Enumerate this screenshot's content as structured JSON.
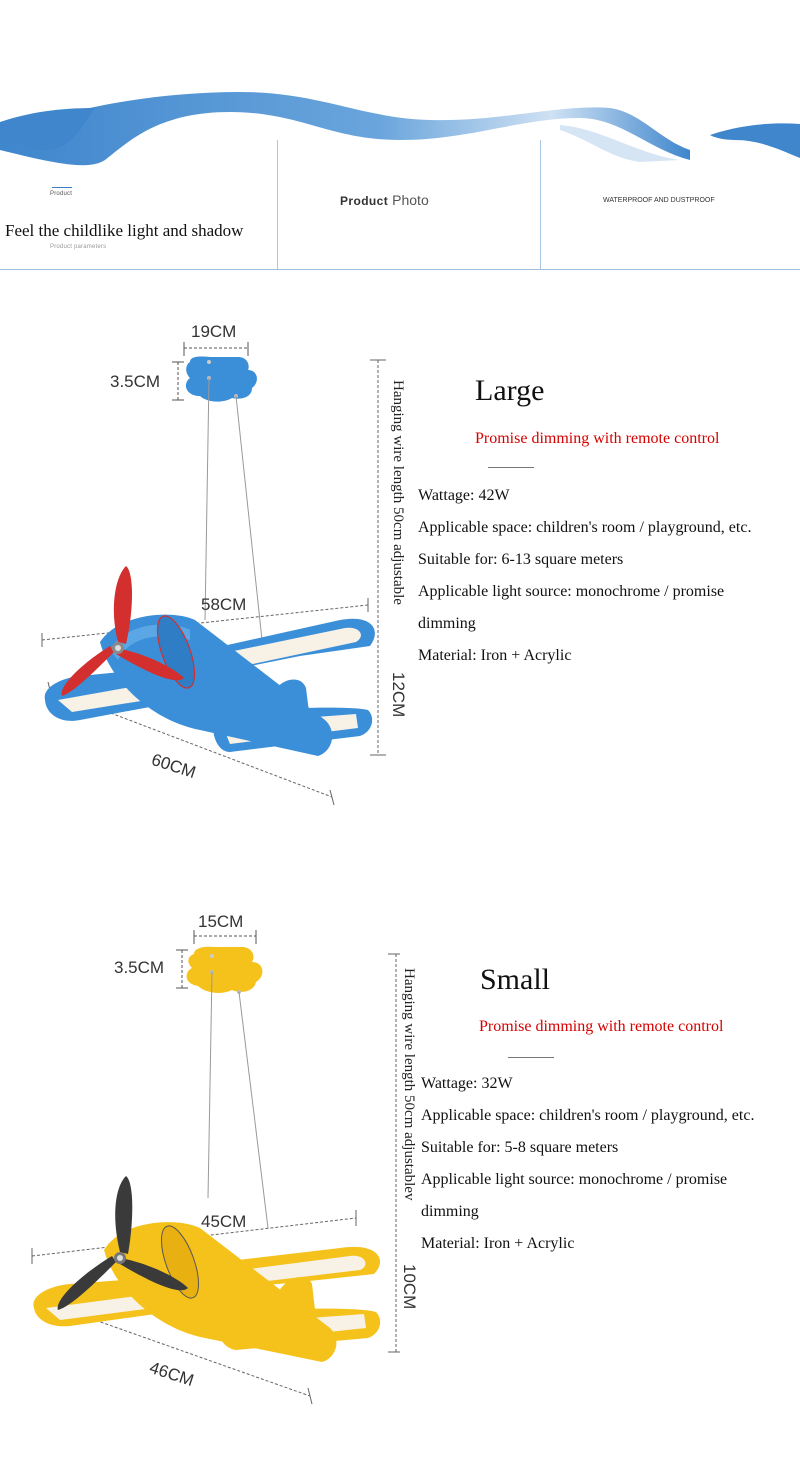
{
  "header": {
    "col1_tag": "Product",
    "col1_title": "Feel the childlike light and shadow",
    "col1_subtitle": "Product parameters",
    "col2_bold": "Product",
    "col2_light": "Photo",
    "col3_label": "WATERPROOF AND DUSTPROOF",
    "wave_color": "#3f86cd"
  },
  "large": {
    "title": "Large",
    "promise": "Promise dimming with remote control",
    "specs": [
      "Wattage: 42W",
      "Applicable space: children's room / playground, etc.",
      "Suitable for: 6-13 square meters",
      "Applicable light source: monochrome / promise",
      "dimming",
      "Material: Iron + Acrylic"
    ],
    "hanging_wire": "Hanging wire length 50cm adjustable",
    "height_dim": "12CM",
    "base_width": "19CM",
    "base_height": "3.5CM",
    "wing_span": "58CM",
    "body_length": "60CM",
    "body_color": "#3b8fd8",
    "propeller_color": "#d32f2f"
  },
  "small": {
    "title": "Small",
    "promise": "Promise dimming with remote control",
    "specs": [
      "Wattage: 32W",
      "Applicable space: children's room / playground, etc.",
      "Suitable for: 5-8 square meters",
      "Applicable light source: monochrome / promise",
      "dimming",
      "Material: Iron + Acrylic"
    ],
    "hanging_wire": "Hanging wire length 50cm adjustablev",
    "height_dim": "10CM",
    "base_width": "15CM",
    "base_height": "3.5CM",
    "wing_span": "45CM",
    "body_length": "46CM",
    "body_color": "#f5c21b",
    "propeller_color": "#3a3a3a"
  }
}
